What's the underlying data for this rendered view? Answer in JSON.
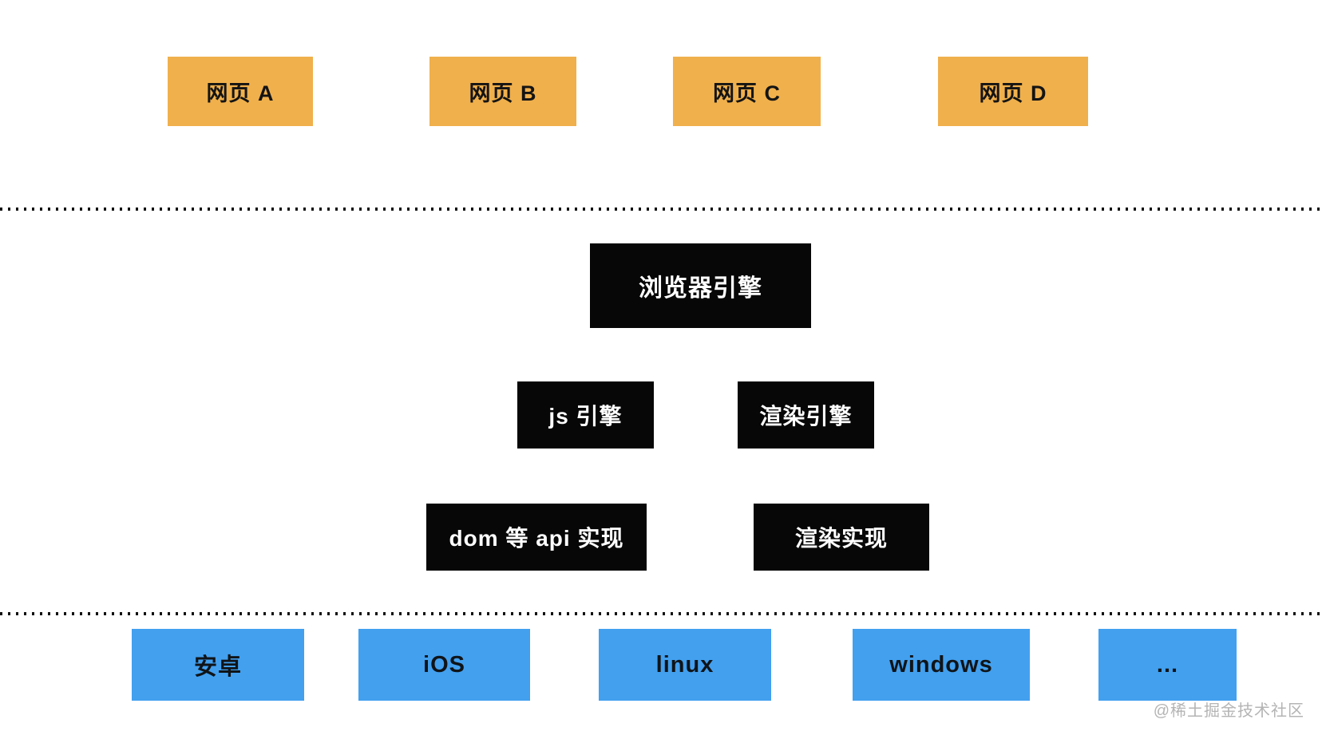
{
  "diagram": {
    "webpages": [
      {
        "label": "网页 A"
      },
      {
        "label": "网页 B"
      },
      {
        "label": "网页 C"
      },
      {
        "label": "网页 D"
      }
    ],
    "browser_engine": {
      "label": "浏览器引擎"
    },
    "engines": [
      {
        "label": "js 引擎"
      },
      {
        "label": "渲染引擎"
      }
    ],
    "implementations": [
      {
        "label": "dom 等 api 实现"
      },
      {
        "label": "渲染实现"
      }
    ],
    "platforms": [
      {
        "label": "安卓"
      },
      {
        "label": "iOS"
      },
      {
        "label": "linux"
      },
      {
        "label": "windows"
      },
      {
        "label": "..."
      }
    ],
    "watermark": "@稀土掘金技术社区",
    "colors": {
      "webpage_box": "#f0b04c",
      "engine_box": "#070707",
      "platform_box": "#42a0ef",
      "watermark_text": "#b4b4b4"
    }
  }
}
